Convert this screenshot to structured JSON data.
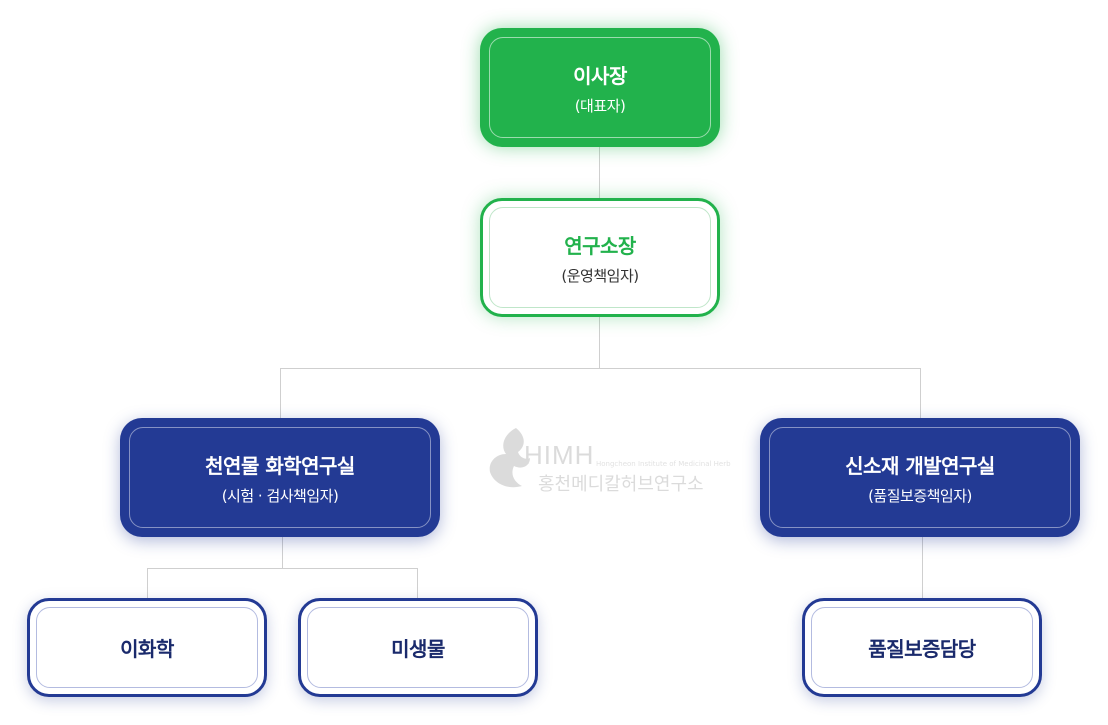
{
  "org": {
    "chairman": {
      "title": "이사장",
      "subtitle": "(대표자)"
    },
    "director": {
      "title": "연구소장",
      "subtitle": "(운영책임자)"
    },
    "labs": [
      {
        "title": "천연물 화학연구실",
        "subtitle": "(시험 · 검사책임자)"
      },
      {
        "title": "신소재 개발연구실",
        "subtitle": "(품질보증책임자)"
      }
    ],
    "teams": [
      {
        "title": "이화학"
      },
      {
        "title": "미생물"
      },
      {
        "title": "품질보증담당"
      }
    ]
  },
  "watermark": {
    "logo": "HIMH",
    "subtitle": "Hongcheon Institute of Medicinal Herb",
    "korean": "홍천메디칼허브연구소"
  },
  "colors": {
    "green": "#22b24c",
    "navy": "#233a94",
    "connector": "#cfcfcf"
  }
}
